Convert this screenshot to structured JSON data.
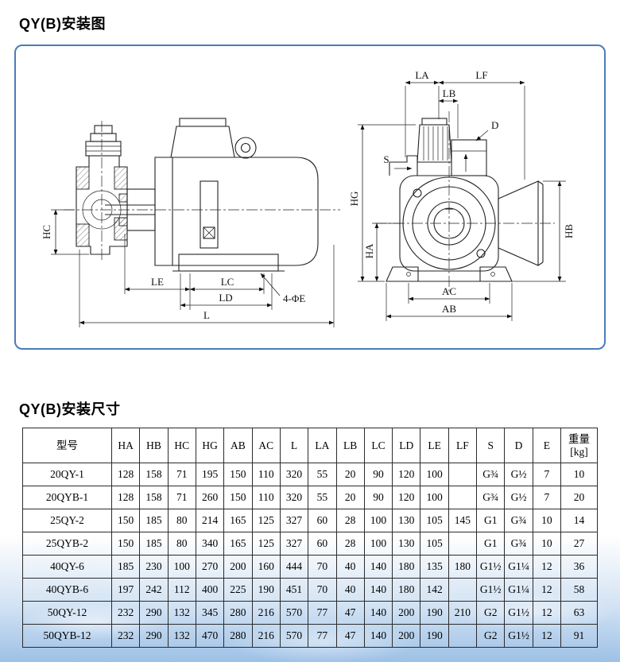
{
  "page": {
    "title_diagram": "QY(B)安装图",
    "title_dimensions": "QY(B)安装尺寸"
  },
  "diagram": {
    "side_view": {
      "hc": "HC",
      "le": "LE",
      "lc": "LC",
      "ld": "LD",
      "l": "L",
      "bolt_note": "4-ΦE"
    },
    "front_view": {
      "la": "LA",
      "lf": "LF",
      "lb": "LB",
      "d": "D",
      "s": "S",
      "hg": "HG",
      "ha": "HA",
      "hb": "HB",
      "ac": "AC",
      "ab": "AB"
    }
  },
  "table": {
    "headers": [
      "型号",
      "HA",
      "HB",
      "HC",
      "HG",
      "AB",
      "AC",
      "L",
      "LA",
      "LB",
      "LC",
      "LD",
      "LE",
      "LF",
      "S",
      "D",
      "E",
      "重量\n[kg]"
    ],
    "rows": [
      [
        "20QY-1",
        "128",
        "158",
        "71",
        "195",
        "150",
        "110",
        "320",
        "55",
        "20",
        "90",
        "120",
        "100",
        "",
        "G¾",
        "G½",
        "7",
        "10"
      ],
      [
        "20QYB-1",
        "128",
        "158",
        "71",
        "260",
        "150",
        "110",
        "320",
        "55",
        "20",
        "90",
        "120",
        "100",
        "",
        "G¾",
        "G½",
        "7",
        "20"
      ],
      [
        "25QY-2",
        "150",
        "185",
        "80",
        "214",
        "165",
        "125",
        "327",
        "60",
        "28",
        "100",
        "130",
        "105",
        "145",
        "G1",
        "G¾",
        "10",
        "14"
      ],
      [
        "25QYB-2",
        "150",
        "185",
        "80",
        "340",
        "165",
        "125",
        "327",
        "60",
        "28",
        "100",
        "130",
        "105",
        "",
        "G1",
        "G¾",
        "10",
        "27"
      ],
      [
        "40QY-6",
        "185",
        "230",
        "100",
        "270",
        "200",
        "160",
        "444",
        "70",
        "40",
        "140",
        "180",
        "135",
        "180",
        "G1½",
        "G1¼",
        "12",
        "36"
      ],
      [
        "40QYB-6",
        "197",
        "242",
        "112",
        "400",
        "225",
        "190",
        "451",
        "70",
        "40",
        "140",
        "180",
        "142",
        "",
        "G1½",
        "G1¼",
        "12",
        "58"
      ],
      [
        "50QY-12",
        "232",
        "290",
        "132",
        "345",
        "280",
        "216",
        "570",
        "77",
        "47",
        "140",
        "200",
        "190",
        "210",
        "G2",
        "G1½",
        "12",
        "63"
      ],
      [
        "50QYB-12",
        "232",
        "290",
        "132",
        "470",
        "280",
        "216",
        "570",
        "77",
        "47",
        "140",
        "200",
        "190",
        "",
        "G2",
        "G1½",
        "12",
        "91"
      ]
    ]
  }
}
